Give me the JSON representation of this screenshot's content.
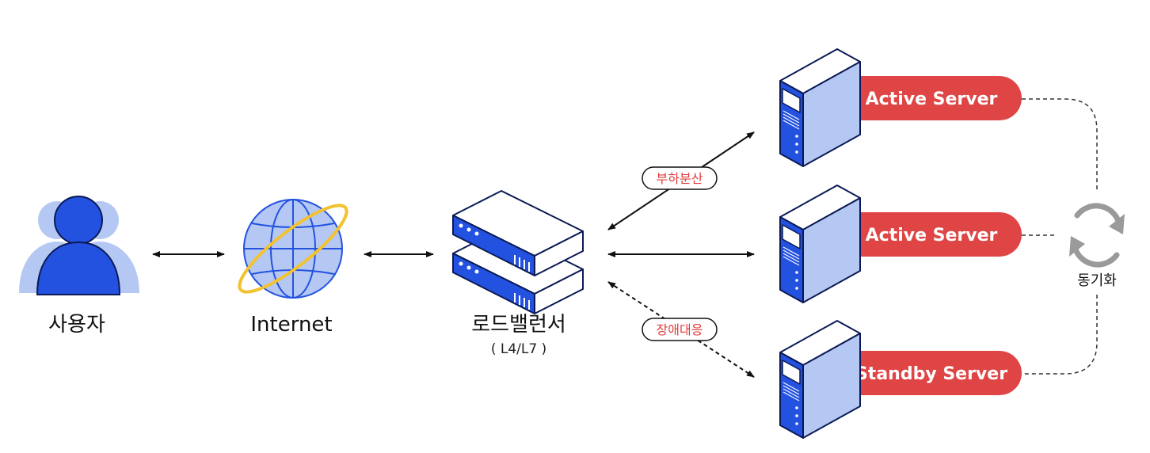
{
  "nodes": {
    "user": {
      "label": "사용자"
    },
    "internet": {
      "label": "Internet"
    },
    "load_balancer": {
      "label": "로드밸런서",
      "sublabel": "( L4/L7 )"
    }
  },
  "servers": [
    {
      "label": "Active Server"
    },
    {
      "label": "Active Server"
    },
    {
      "label": "Standby Server"
    }
  ],
  "edge_labels": {
    "load_balancing": "부하분산",
    "failover": "장애대응"
  },
  "sync": {
    "label": "동기화"
  },
  "colors": {
    "primary_blue": "#2352e0",
    "light_blue": "#b5c8f3",
    "server_red": "#e04545",
    "globe_ring": "#f2c230",
    "sync_gray": "#9a9a9a"
  }
}
